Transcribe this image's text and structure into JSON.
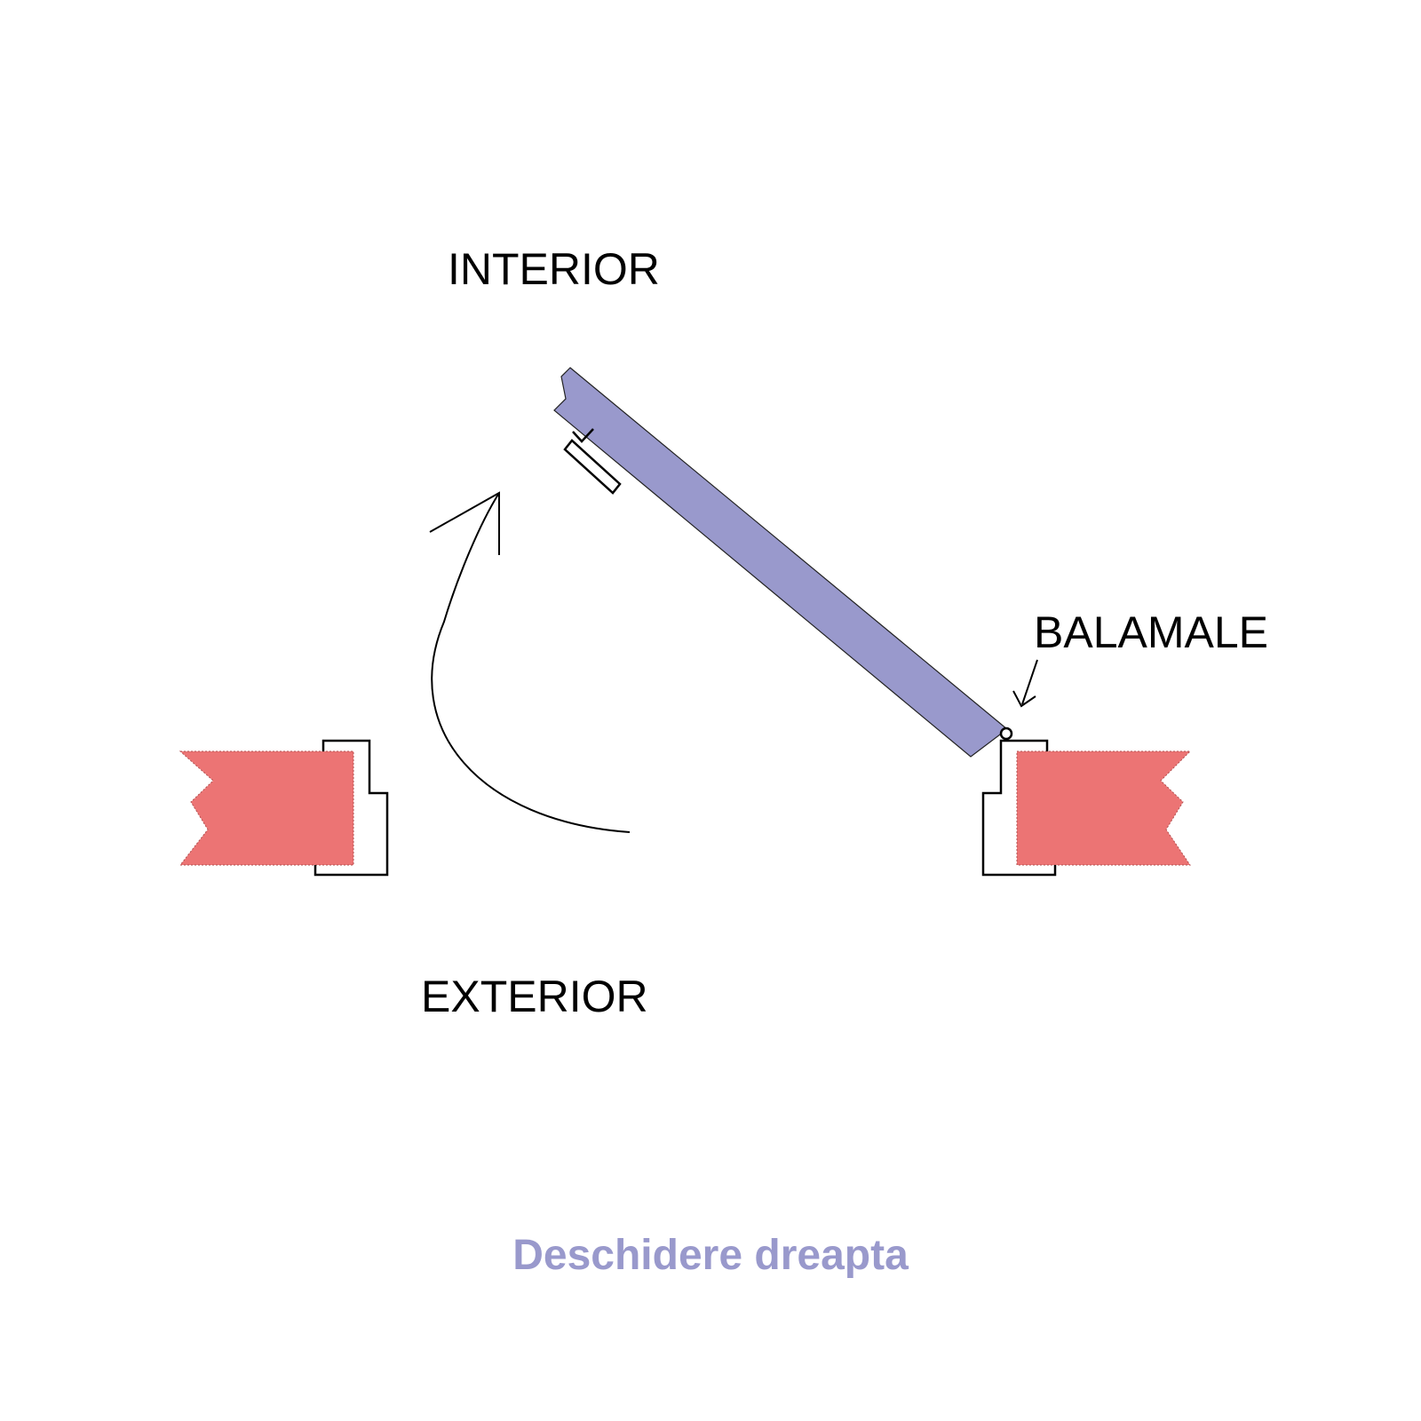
{
  "labels": {
    "interior": "INTERIOR",
    "exterior": "EXTERIOR",
    "hinges": "BALAMALE"
  },
  "caption": "Deschidere dreapta",
  "colors": {
    "wall": "#ec7474",
    "door": "#9999cc",
    "frame_stroke": "#000000",
    "caption": "#9999cc"
  }
}
